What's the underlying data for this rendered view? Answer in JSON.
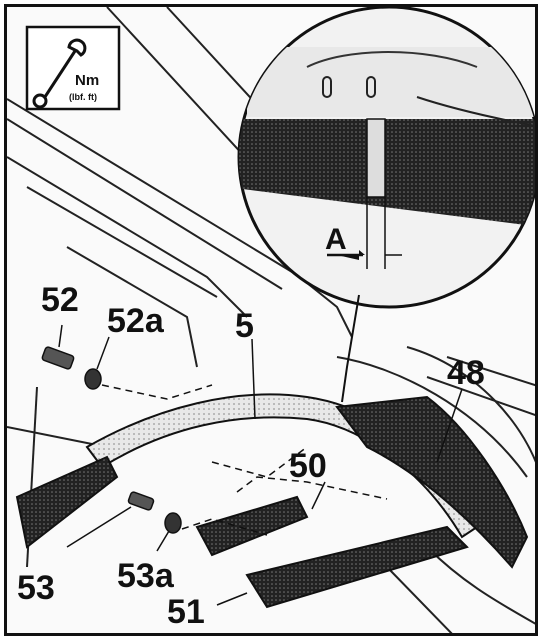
{
  "torque_box": {
    "icon": "wrench-icon",
    "unit": "Nm",
    "unit_alt": "(lbf. ft)"
  },
  "detail_view": {
    "dimension_label": "A"
  },
  "callouts": {
    "c52": "52",
    "c52a": "52a",
    "c5": "5",
    "c48": "48",
    "c50": "50",
    "c53": "53",
    "c53a": "53a",
    "c51": "51"
  }
}
